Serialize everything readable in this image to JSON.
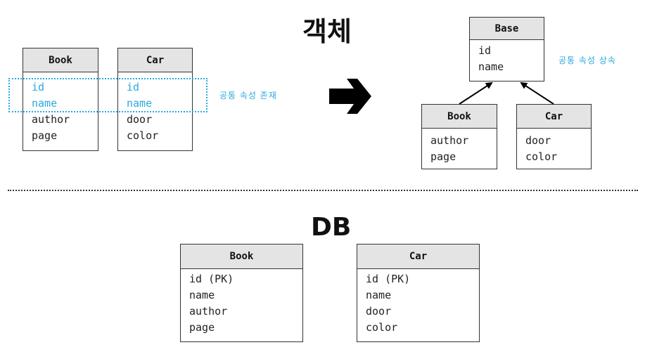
{
  "object_section": {
    "title": "객체",
    "before": {
      "book": {
        "name": "Book",
        "common_fields": [
          "id",
          "name"
        ],
        "own_fields": [
          "author",
          "page"
        ]
      },
      "car": {
        "name": "Car",
        "common_fields": [
          "id",
          "name"
        ],
        "own_fields": [
          "door",
          "color"
        ]
      },
      "note": "공통 속성 존재"
    },
    "after": {
      "base": {
        "name": "Base",
        "fields": [
          "id",
          "name"
        ]
      },
      "book": {
        "name": "Book",
        "fields": [
          "author",
          "page"
        ]
      },
      "car": {
        "name": "Car",
        "fields": [
          "door",
          "color"
        ]
      },
      "note": "공통 속성 상속"
    }
  },
  "db_section": {
    "title": "DB",
    "book": {
      "name": "Book",
      "fields": [
        "id (PK)",
        "name",
        "author",
        "page"
      ]
    },
    "car": {
      "name": "Car",
      "fields": [
        "id (PK)",
        "name",
        "door",
        "color"
      ]
    }
  },
  "colors": {
    "highlight": "#29a9e0",
    "header_bg": "#e4e4e4",
    "border": "#333333"
  }
}
